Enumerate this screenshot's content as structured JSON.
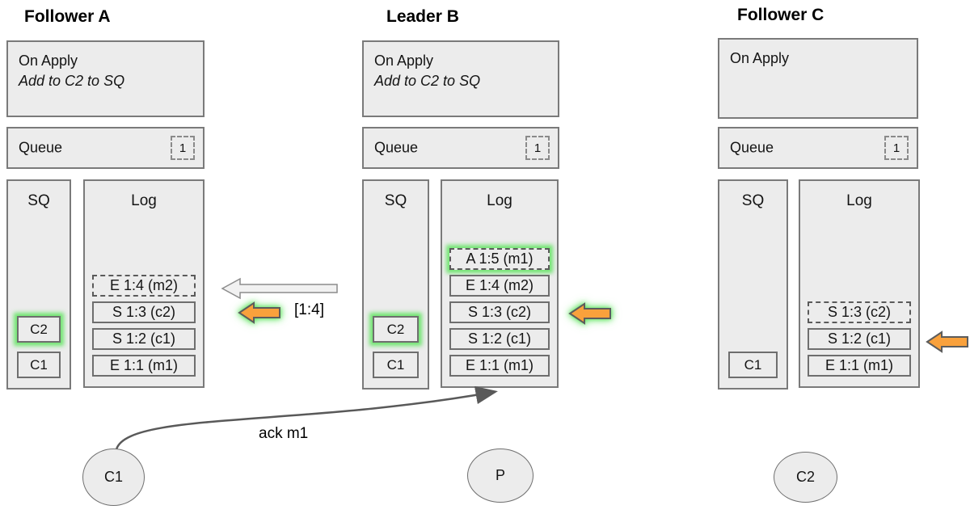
{
  "diagram": {
    "nodes": [
      {
        "title": "Follower A",
        "on_apply": {
          "line1": "On Apply",
          "line2": "Add to C2 to SQ"
        },
        "queue": {
          "label": "Queue",
          "count": "1"
        },
        "sq": {
          "label": "SQ",
          "items": [
            {
              "label": "C2"
            },
            {
              "label": "C1"
            }
          ]
        },
        "log": {
          "label": "Log",
          "entries": [
            {
              "label": "E 1:4 (m2)"
            },
            {
              "label": "S 1:3 (c2)"
            },
            {
              "label": "S 1:2 (c1)"
            },
            {
              "label": "E 1:1 (m1)"
            }
          ]
        }
      },
      {
        "title": "Leader B",
        "on_apply": {
          "line1": "On Apply",
          "line2": "Add to C2 to SQ"
        },
        "queue": {
          "label": "Queue",
          "count": "1"
        },
        "sq": {
          "label": "SQ",
          "items": [
            {
              "label": "C2"
            },
            {
              "label": "C1"
            }
          ]
        },
        "log": {
          "label": "Log",
          "entries": [
            {
              "label": "A 1:5 (m1)"
            },
            {
              "label": "E 1:4 (m2)"
            },
            {
              "label": "S 1:3 (c2)"
            },
            {
              "label": "S 1:2 (c1)"
            },
            {
              "label": "E 1:1 (m1)"
            }
          ]
        }
      },
      {
        "title": "Follower C",
        "on_apply": {
          "line1": "On Apply"
        },
        "queue": {
          "label": "Queue",
          "count": "1"
        },
        "sq": {
          "label": "SQ",
          "items": [
            {
              "label": "C1"
            }
          ]
        },
        "log": {
          "label": "Log",
          "entries": [
            {
              "label": "S 1:3 (c2)"
            },
            {
              "label": "S 1:2 (c1)"
            },
            {
              "label": "E 1:1 (m1)"
            }
          ]
        }
      }
    ],
    "messages": {
      "append_range_label": "[1:4]",
      "ack_label": "ack m1"
    },
    "clients": [
      {
        "label": "C1"
      },
      {
        "label": "P"
      },
      {
        "label": "C2"
      }
    ],
    "colors": {
      "highlight_green": "#5ce45c",
      "arrow_orange": "#f9a13c",
      "box_fill": "#ececec",
      "box_border": "#7a7a7a"
    }
  }
}
